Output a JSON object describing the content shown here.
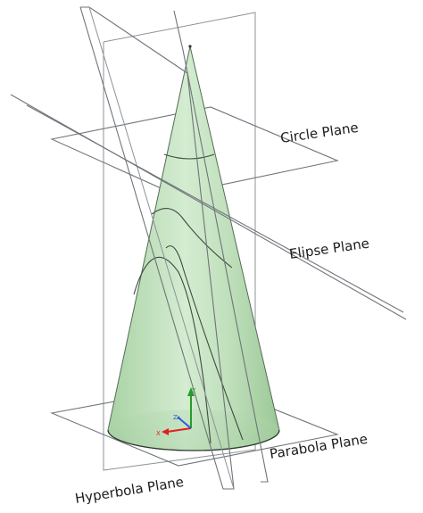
{
  "labels": {
    "circle_plane": "Circle Plane",
    "ellipse_plane": "Elipse Plane",
    "parabola_plane": "Parabola Plane",
    "hyperbola_plane": "Hyperbola Plane"
  },
  "triad": {
    "x": "X",
    "y": "Y",
    "z": "Z"
  },
  "colors": {
    "cone_light": "#d9eed6",
    "cone_mid": "#b9dab5",
    "cone_dark": "#93c28f",
    "plane_edge": "#6f747a",
    "axis_x": "#e02020",
    "axis_y": "#2a9a2a",
    "axis_z": "#2a5fd6"
  }
}
